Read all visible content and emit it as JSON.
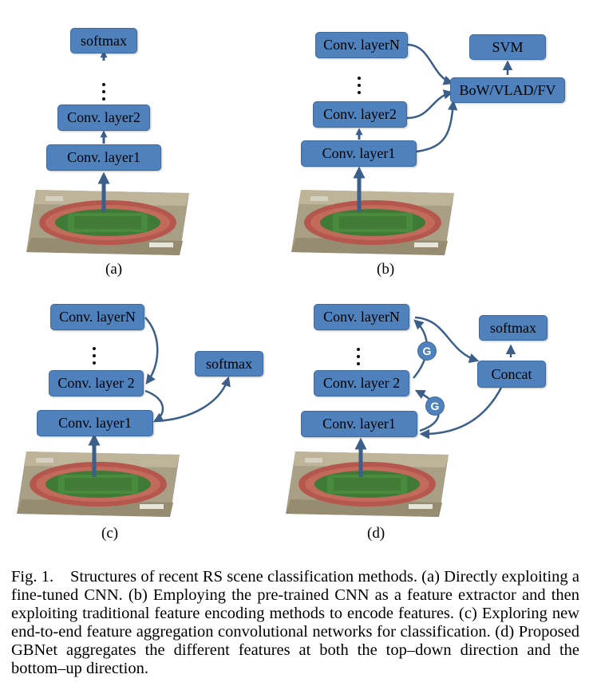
{
  "panel_a": {
    "boxes": {
      "softmax": "softmax",
      "layer2": "Conv. layer2",
      "layer1": "Conv. layer1"
    },
    "label": "(a)"
  },
  "panel_b": {
    "boxes": {
      "layerN": "Conv. layerN",
      "layer2": "Conv. layer2",
      "layer1": "Conv. layer1",
      "encoder": "BoW/VLAD/FV",
      "svm": "SVM"
    },
    "label": "(b)"
  },
  "panel_c": {
    "boxes": {
      "layerN": "Conv. layerN",
      "layer2": "Conv. layer 2",
      "layer1": "Conv. layer1",
      "softmax": "softmax"
    },
    "label": "(c)"
  },
  "panel_d": {
    "boxes": {
      "layerN": "Conv. layerN",
      "layer2": "Conv. layer 2",
      "layer1": "Conv. layer1",
      "softmax": "softmax",
      "concat": "Concat"
    },
    "gates": [
      "G",
      "G"
    ],
    "label": "(d)"
  },
  "caption": {
    "prefix": "Fig. 1.",
    "text": "Structures of recent RS scene classification methods. (a) Directly exploiting a fine-tuned CNN. (b) Employing the pre-trained CNN as a feature extractor and then exploiting traditional feature encoding methods to encode features. (c) Exploring new end-to-end feature aggregation convolutional networks for classification. (d) Proposed GBNet aggregates the different features at both the top–down direction and the bottom–up direction."
  },
  "colors": {
    "box": "#4f81bd",
    "arrow": "#3b5f8a",
    "track": "#b5574c",
    "field": "#3f7a36"
  }
}
